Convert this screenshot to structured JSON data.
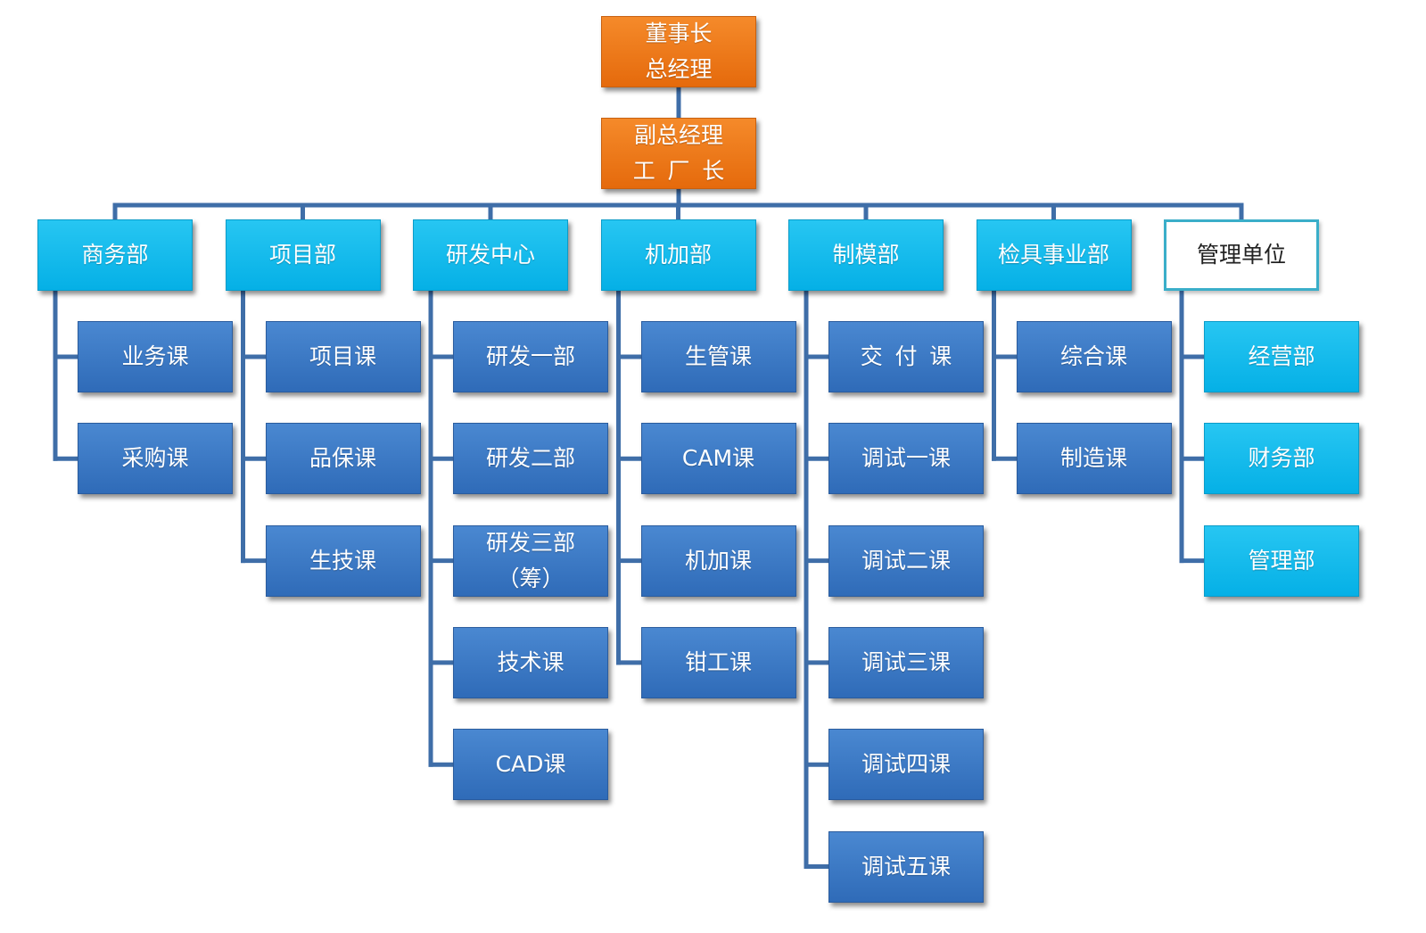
{
  "executives": [
    {
      "lines": [
        "董事长",
        "总经理"
      ]
    },
    {
      "lines": [
        "副总经理",
        "工 厂 长"
      ]
    }
  ],
  "departments": [
    {
      "name": "商务部",
      "style": "dept",
      "sections": [
        {
          "lines": [
            "业务课"
          ]
        },
        {
          "lines": [
            "采购课"
          ]
        }
      ]
    },
    {
      "name": "项目部",
      "style": "dept",
      "sections": [
        {
          "lines": [
            "项目课"
          ]
        },
        {
          "lines": [
            "品保课"
          ]
        },
        {
          "lines": [
            "生技课"
          ]
        }
      ]
    },
    {
      "name": "研发中心",
      "style": "dept",
      "sections": [
        {
          "lines": [
            "研发一部"
          ]
        },
        {
          "lines": [
            "研发二部"
          ]
        },
        {
          "lines": [
            "研发三部",
            "（筹）"
          ]
        },
        {
          "lines": [
            "技术课"
          ]
        },
        {
          "lines": [
            "CAD课"
          ]
        }
      ]
    },
    {
      "name": "机加部",
      "style": "dept",
      "sections": [
        {
          "lines": [
            "生管课"
          ]
        },
        {
          "lines": [
            "CAM课"
          ]
        },
        {
          "lines": [
            "机加课"
          ]
        },
        {
          "lines": [
            "钳工课"
          ]
        }
      ]
    },
    {
      "name": "制模部",
      "style": "dept",
      "sections": [
        {
          "lines": [
            "交 付 课"
          ]
        },
        {
          "lines": [
            "调试一课"
          ]
        },
        {
          "lines": [
            "调试二课"
          ]
        },
        {
          "lines": [
            "调试三课"
          ]
        },
        {
          "lines": [
            "调试四课"
          ]
        },
        {
          "lines": [
            "调试五课"
          ]
        }
      ]
    },
    {
      "name": "检具事业部",
      "style": "dept",
      "sections": [
        {
          "lines": [
            "综合课"
          ]
        },
        {
          "lines": [
            "制造课"
          ]
        }
      ]
    },
    {
      "name": "管理单位",
      "style": "adm",
      "sections": [
        {
          "lines": [
            "经营部"
          ]
        },
        {
          "lines": [
            "财务部"
          ]
        },
        {
          "lines": [
            "管理部"
          ]
        }
      ]
    }
  ],
  "colors": {
    "executive": "#f07a1a",
    "department": "#12b8ec",
    "section": "#3a78c4",
    "admin_border": "#3aaec9",
    "admin_section": "#12b8ec",
    "connector": "#3f6ea8"
  }
}
